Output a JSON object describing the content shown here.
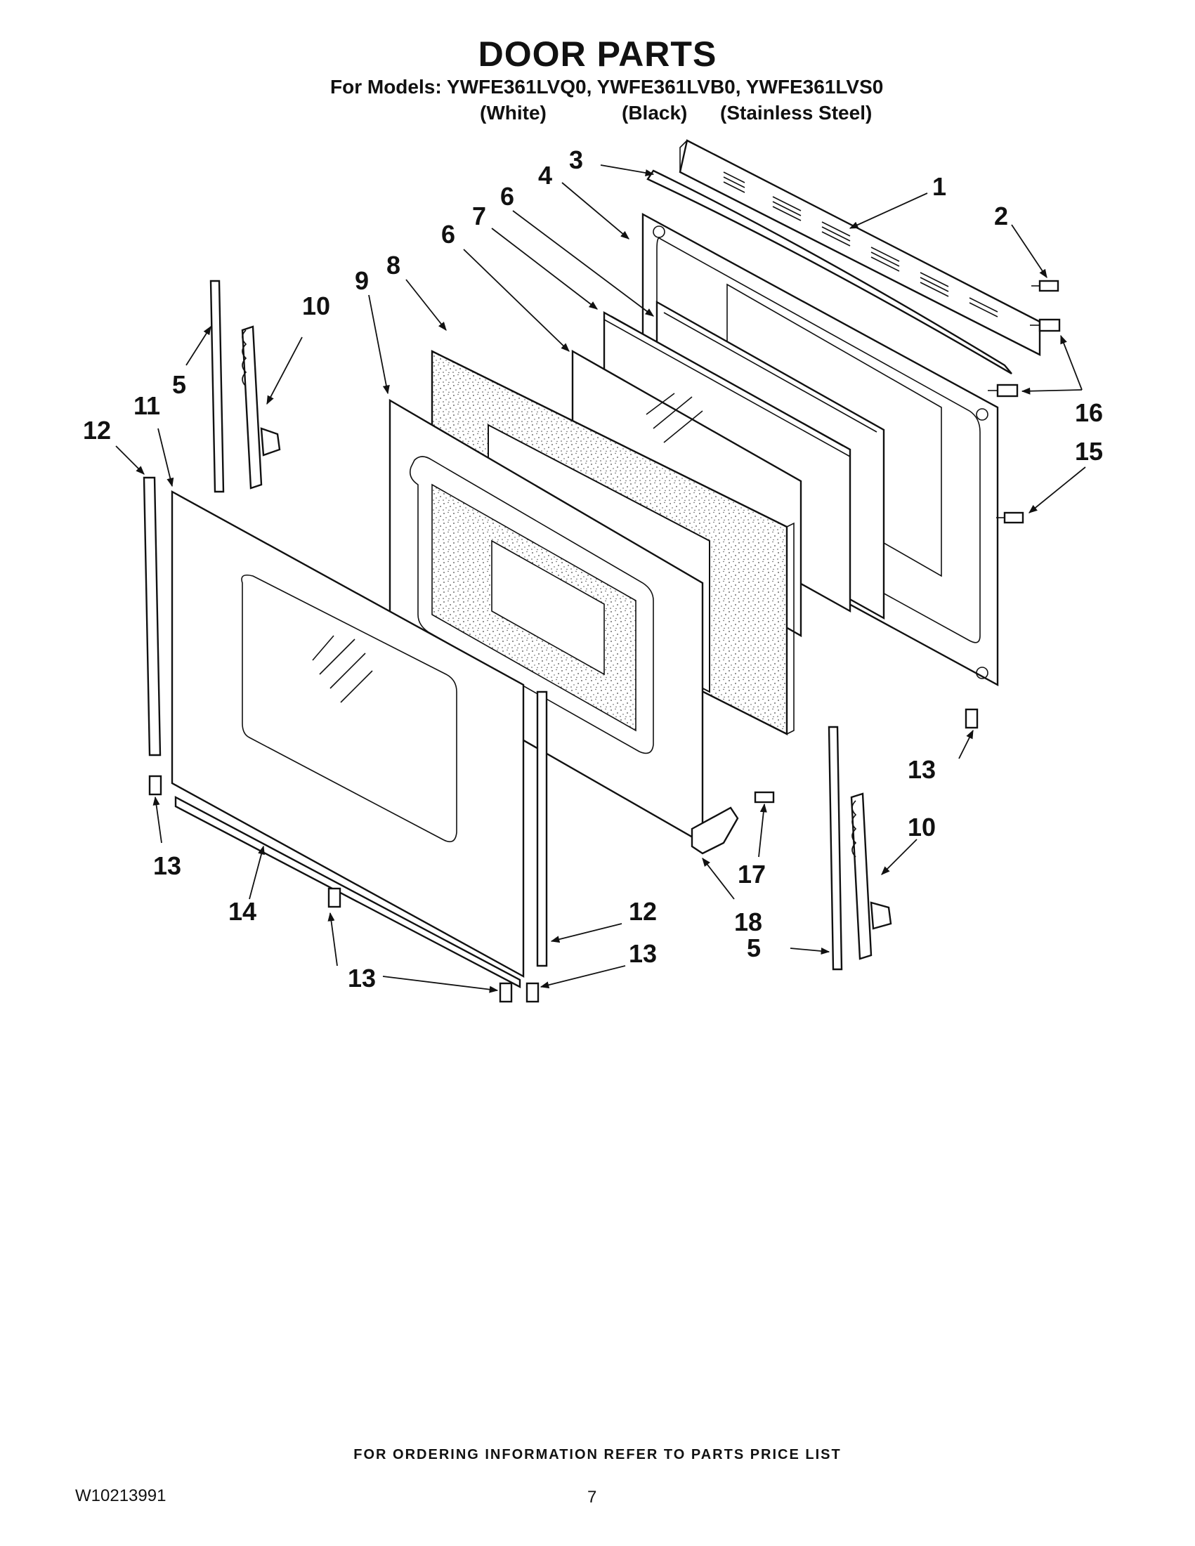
{
  "header": {
    "title": "DOOR PARTS",
    "models_line": "For Models: YWFE361LVQ0, YWFE361LVB0, YWFE361LVS0",
    "variants": [
      "(White)",
      "(Black)",
      "(Stainless Steel)"
    ]
  },
  "callouts": [
    "1",
    "2",
    "3",
    "4",
    "6",
    "7",
    "6",
    "9",
    "8",
    "10",
    "5",
    "11",
    "12",
    "16",
    "15",
    "13",
    "10",
    "13",
    "17",
    "14",
    "12",
    "13",
    "18",
    "5",
    "13"
  ],
  "footer": {
    "ordering_note": "FOR ORDERING INFORMATION REFER TO PARTS PRICE LIST",
    "doc_id": "W10213991",
    "page_number": "7"
  },
  "colors": {
    "ink": "#111111",
    "background": "#ffffff"
  }
}
